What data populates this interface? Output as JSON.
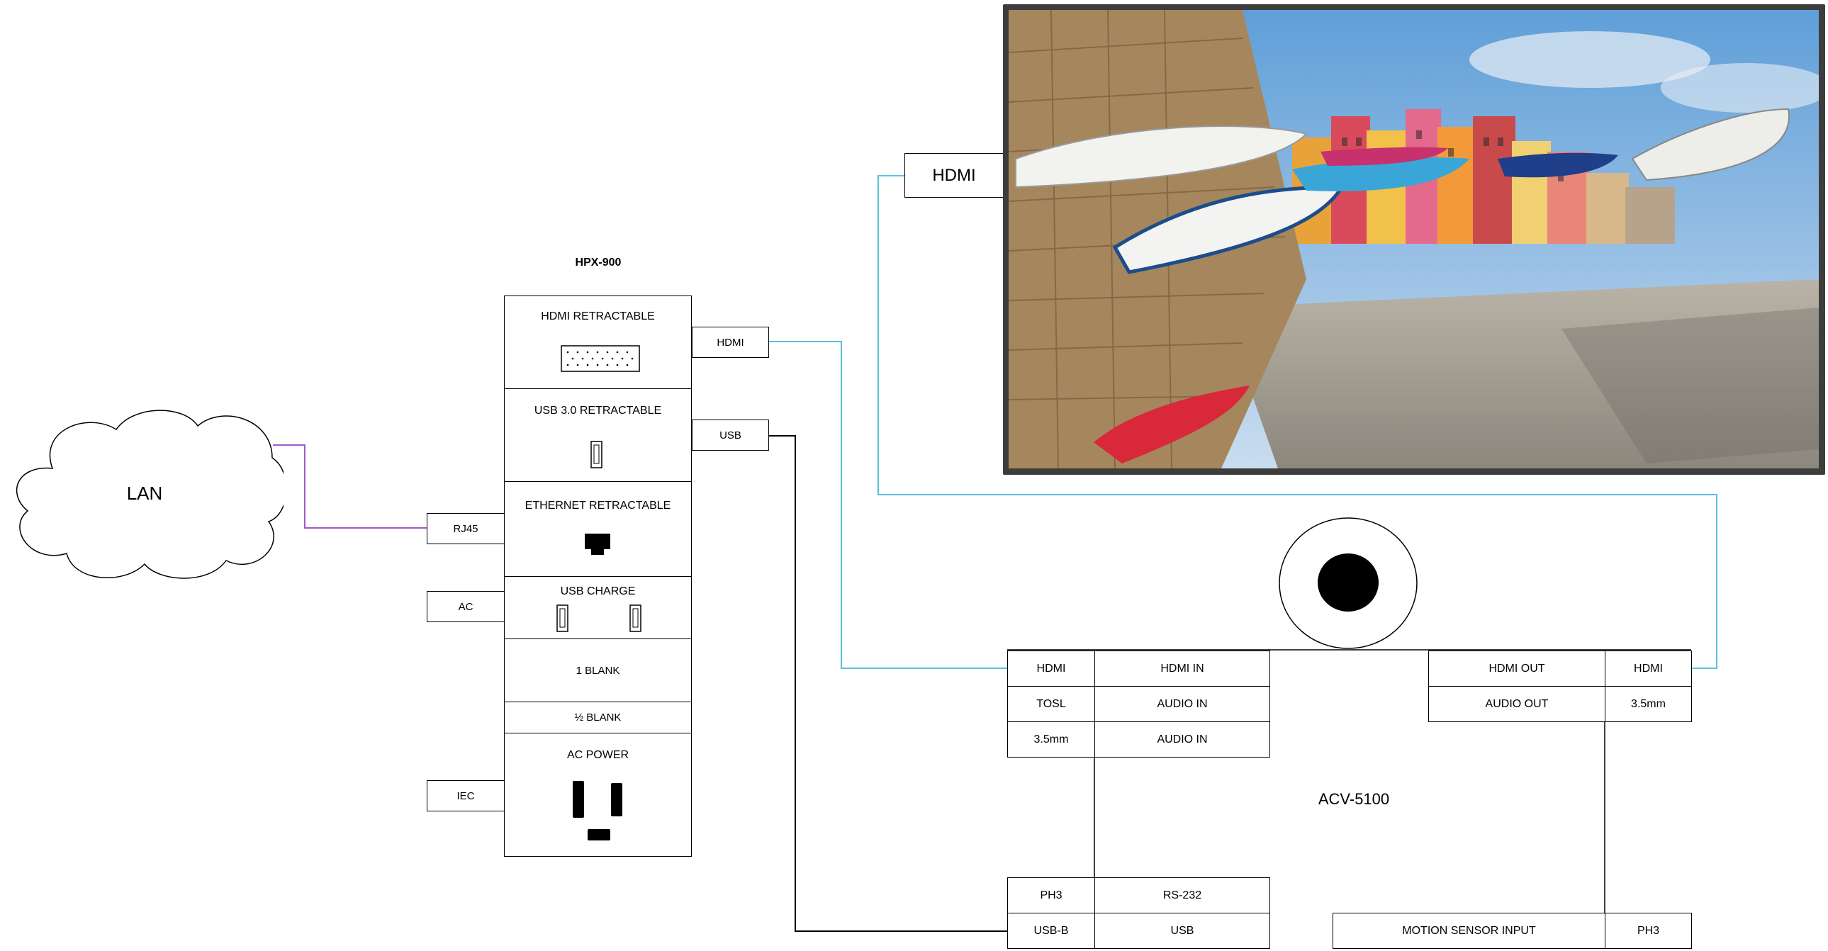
{
  "lan": {
    "label": "LAN"
  },
  "hpx": {
    "title": "HPX-900",
    "modules": {
      "hdmi_retractable": "HDMI RETRACTABLE",
      "usb3_retractable": "USB 3.0 RETRACTABLE",
      "ethernet_retractable": "ETHERNET RETRACTABLE",
      "usb_charge": "USB CHARGE",
      "one_blank": "1 BLANK",
      "half_blank": "½ BLANK",
      "ac_power": "AC POWER"
    },
    "ports_right": {
      "hdmi": "HDMI",
      "usb": "USB"
    },
    "ports_left": {
      "rj45": "RJ45",
      "ac": "AC",
      "iec": "IEC"
    }
  },
  "display": {
    "input_label": "HDMI"
  },
  "acv": {
    "name": "ACV-5100",
    "inputs": [
      {
        "port": "HDMI",
        "label": "HDMI IN"
      },
      {
        "port": "TOSL",
        "label": "AUDIO IN"
      },
      {
        "port": "3.5mm",
        "label": "AUDIO IN"
      }
    ],
    "outputs": [
      {
        "label": "HDMI OUT",
        "port": "HDMI"
      },
      {
        "label": "AUDIO OUT",
        "port": "3.5mm"
      }
    ],
    "control": [
      {
        "port": "PH3",
        "label": "RS-232"
      },
      {
        "port": "USB-B",
        "label": "USB"
      }
    ],
    "motion": {
      "label": "MOTION SENSOR INPUT",
      "port": "PH3"
    }
  },
  "colors": {
    "hdmi_wire": "#5bc0de",
    "lan_wire": "#a05cc8",
    "black_wire": "#000000"
  }
}
